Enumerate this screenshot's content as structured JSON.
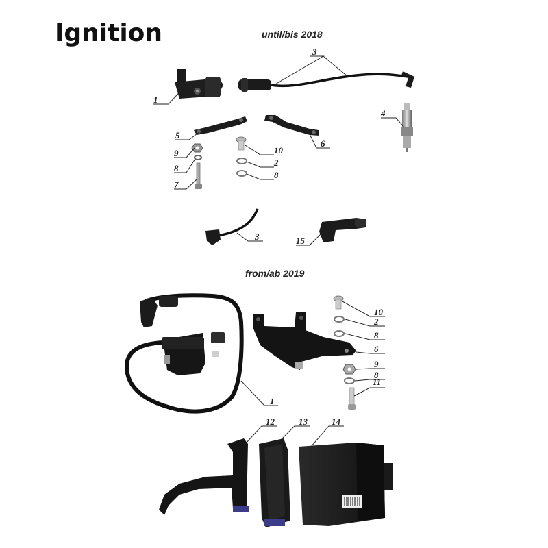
{
  "title": "Ignition",
  "sections": {
    "top": "until/bis 2018",
    "bottom": "from/ab 2019"
  },
  "callouts_top": [
    "1",
    "3",
    "4",
    "5",
    "6",
    "9",
    "10",
    "8",
    "2",
    "8",
    "7",
    "3",
    "15"
  ],
  "callouts_bottom": [
    "10",
    "2",
    "8",
    "6",
    "9",
    "8",
    "11",
    "1",
    "12",
    "13",
    "14"
  ]
}
